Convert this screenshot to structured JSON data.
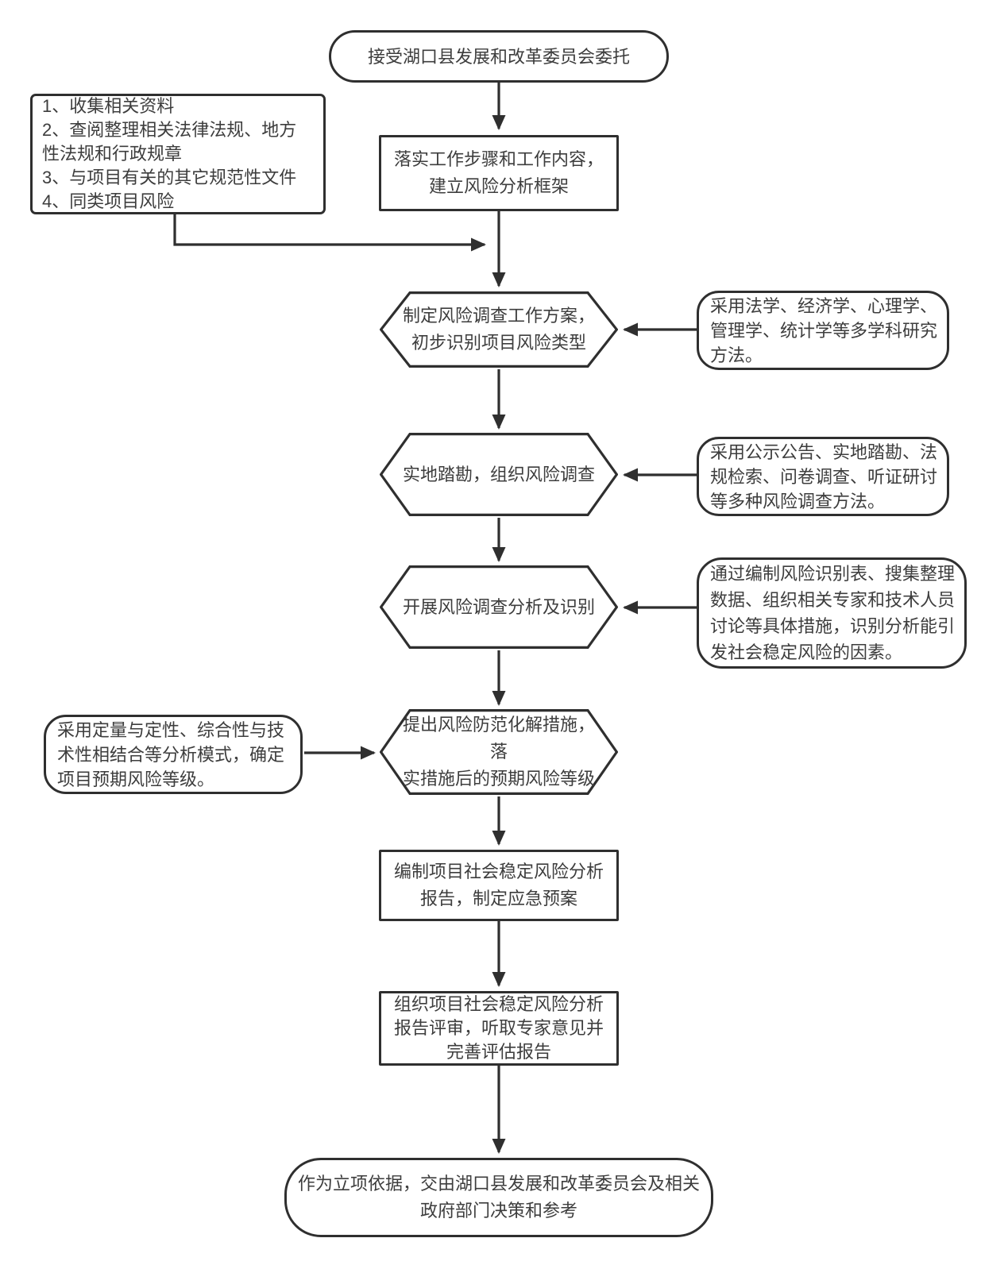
{
  "colors": {
    "stroke": "#2f2f2f",
    "text": "#3d3d3d",
    "background": "#ffffff"
  },
  "flowchart": {
    "start": {
      "label": "接受湖口县发展和改革委员会委托",
      "lines": [
        "接受湖口县发展和改革委员会委托"
      ]
    },
    "materials": {
      "items": [
        "1、收集相关资料",
        "2、查阅整理相关法律法规、地方性法规和行政规章",
        "3、与项目有关的其它规范性文件",
        "4、同类项目风险"
      ]
    },
    "framework": {
      "label": "落实工作步骤和工作内容，建立风险分析框架",
      "lines": [
        "落实工作步骤和工作内容，",
        "建立风险分析框架"
      ]
    },
    "plan": {
      "label": "制定风险调查工作方案，初步识别项目风险类型",
      "lines": [
        "制定风险调查工作方案，",
        "初步识别项目风险类型"
      ]
    },
    "note_disciplines": {
      "label": "采用法学、经济学、心理学、管理学、统计学等多学科研究方法。",
      "lines": [
        "采用法学、经济学、心理学、",
        "管理学、统计学等多学科研究",
        "方法。"
      ]
    },
    "survey": {
      "label": "实地踏勘，组织风险调查",
      "lines": [
        "实地踏勘，组织风险调查"
      ]
    },
    "note_survey_methods": {
      "label": "采用公示公告、实地踏勘、法规检索、问卷调查、听证研讨等多种风险调查方法。",
      "lines": [
        "采用公示公告、实地踏勘、法",
        "规检索、问卷调查、听证研讨",
        "等多种风险调查方法。"
      ]
    },
    "identify": {
      "label": "开展风险调查分析及识别",
      "lines": [
        "开展风险调查分析及识别"
      ]
    },
    "note_identify_measures": {
      "label": "通过编制风险识别表、搜集整理数据、组织相关专家和技术人员讨论等具体措施，识别分析能引发社会稳定风险的因素。",
      "lines": [
        "通过编制风险识别表、搜集整理",
        "数据、组织相关专家和技术人员",
        "讨论等具体措施，识别分析能引",
        "发社会稳定风险的因素。"
      ]
    },
    "note_analysis_mode": {
      "label": "采用定量与定性、综合性与技术性相结合等分析模式，确定项目预期风险等级。",
      "lines": [
        "采用定量与定性、综合性与技",
        "术性相结合等分析模式，确定",
        "项目预期风险等级。"
      ]
    },
    "measures": {
      "label": "提出风险防范化解措施，落实措施后的预期风险等级",
      "lines": [
        "提出风险防范化解措施，落",
        "实措施后的预期风险等级"
      ]
    },
    "report": {
      "label": "编制项目社会稳定风险分析报告，制定应急预案",
      "lines": [
        "编制项目社会稳定风险分析",
        "报告，制定应急预案"
      ]
    },
    "review": {
      "label": "组织项目社会稳定风险分析报告评审，听取专家意见并完善评估报告",
      "lines": [
        "组织项目社会稳定风险分析",
        "报告评审，听取专家意见并",
        "完善评估报告"
      ]
    },
    "end": {
      "label": "作为立项依据，交由湖口县发展和改革委员会及相关政府部门决策和参考",
      "lines": [
        "作为立项依据，交由湖口县发展和改革委员会及相关",
        "政府部门决策和参考"
      ]
    }
  }
}
